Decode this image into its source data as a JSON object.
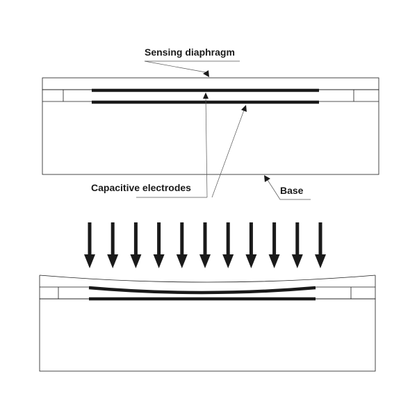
{
  "labels": {
    "sensing_diaphragm": "Sensing diaphragm",
    "capacitive_electrodes": "Capacitive electrodes",
    "base": "Base"
  },
  "pressure": {
    "arrow_count": 11
  },
  "colors": {
    "line": "#1a1a1a",
    "leader": "#555555",
    "background": "#ffffff"
  }
}
